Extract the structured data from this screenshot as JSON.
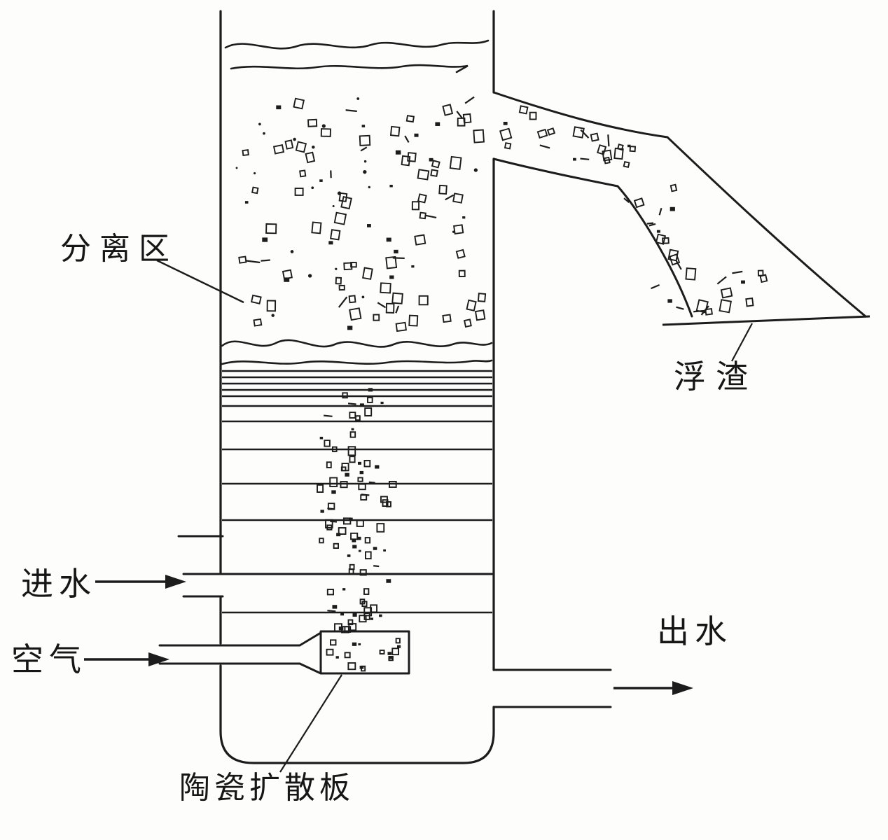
{
  "diagram": {
    "type": "air-flotation-column-schematic",
    "labels": {
      "separation_zone": "分离区",
      "scum": "浮渣",
      "water_inlet": "进水",
      "air_inlet": "空气",
      "water_outlet": "出水",
      "diffuser_plate": "陶瓷扩散板"
    },
    "colors": {
      "ink": "#1c1c1c",
      "paper": "#fdfdfc"
    }
  }
}
